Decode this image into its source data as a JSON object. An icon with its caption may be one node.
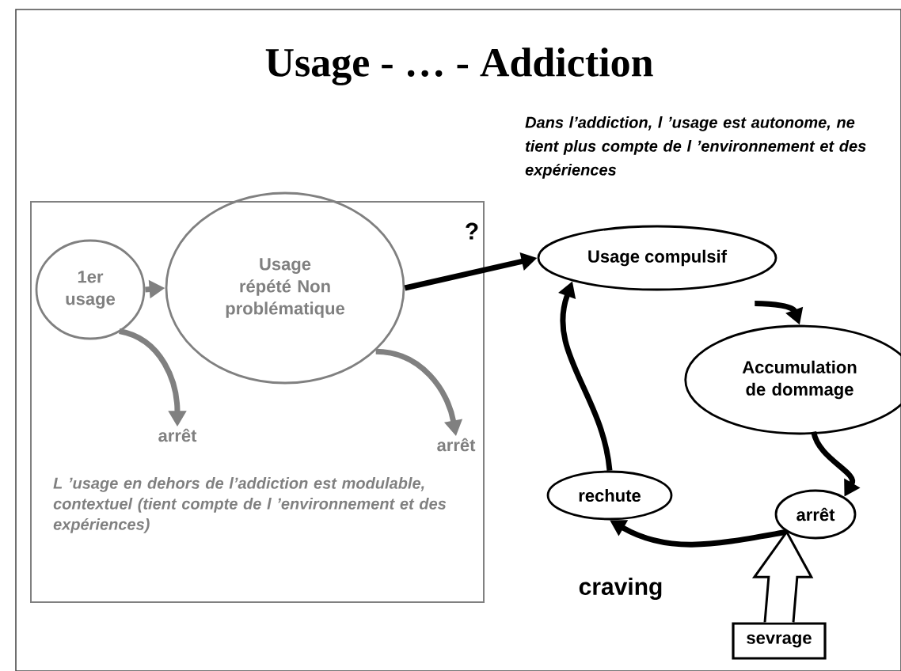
{
  "diagram": {
    "title": "Usage - … - Addiction",
    "nodes": [
      {
        "text": [
          "L ’usage en dehors de l’addiction est modulable, contextuel (tient compte de l ’environnement et des expériences)"
        ]
      },
      {
        "text": [
          "1er usage"
        ],
        "in": 0
      },
      {
        "text": [
          "Usage répété Non problématique"
        ],
        "in": 0
      },
      {
        "text": [
          "arrêt"
        ],
        "in": 0
      },
      {
        "text": [
          "arrêt"
        ],
        "in": 0
      },
      {
        "text": [
          "Usage compulsif"
        ]
      },
      {
        "text": [
          "Accumulation de dommage"
        ]
      },
      {
        "text": [
          "arrêt"
        ]
      },
      {
        "text": [
          "rechute"
        ]
      },
      {
        "text": [
          "sevrage"
        ]
      }
    ],
    "edges": [
      {
        "from": 1,
        "to": 2,
        "arrow": "to",
        "color": "#808080"
      },
      {
        "from": 1,
        "to": 3,
        "arrow": "to",
        "color": "#808080"
      },
      {
        "from": 2,
        "to": 4,
        "arrow": "to",
        "color": "#808080"
      },
      {
        "from": 2,
        "to": 5,
        "arrow": "to",
        "label": "?"
      },
      {
        "from": 5,
        "to": 6,
        "arrow": "to"
      },
      {
        "from": 6,
        "to": 7,
        "arrow": "to"
      },
      {
        "from": 7,
        "to": 8,
        "arrow": "to",
        "label": "craving"
      },
      {
        "from": 8,
        "to": 5,
        "arrow": "to"
      },
      {
        "from": 9,
        "to": 7,
        "arrow": "to",
        "style": "thick"
      }
    ],
    "labels": [
      "Dans l’addiction, l ’usage est autonome, ne tient plus compte de l ’environnement et des expériences"
    ]
  }
}
